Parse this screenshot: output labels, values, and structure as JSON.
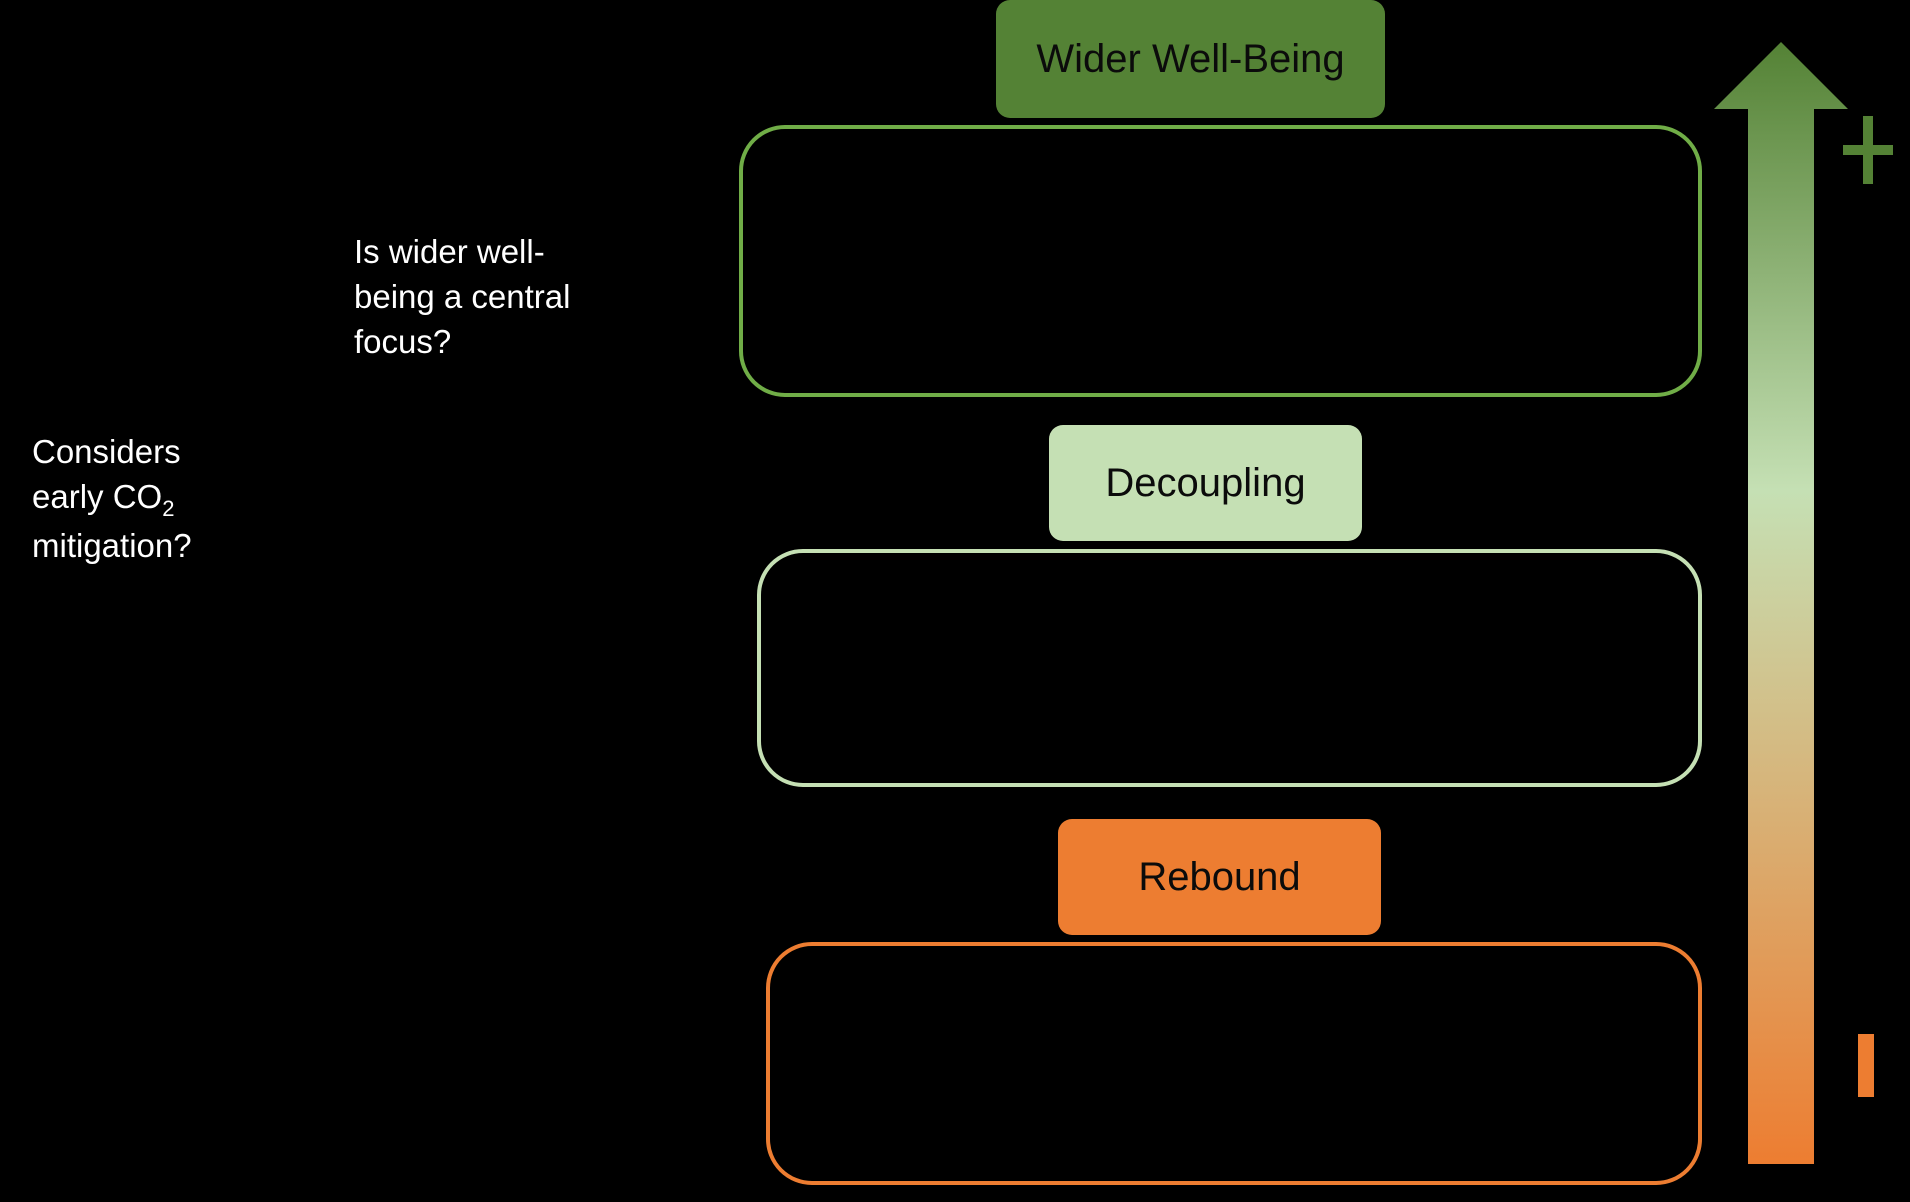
{
  "questions": {
    "wellbeing": [
      "Is wider well-",
      "being a central",
      "focus?"
    ],
    "co2": {
      "line1": "Considers",
      "line2_pre": "early CO",
      "line2_sub": "2",
      "line3": "mitigation?"
    }
  },
  "levels": {
    "wellbeing": {
      "label": "Wider Well-Being",
      "fill": "#548235",
      "border": "#70AD47"
    },
    "decoupling": {
      "label": "Decoupling",
      "fill": "#C5E0B4",
      "border": "#C5E0B4"
    },
    "rebound": {
      "label": "Rebound",
      "fill": "#ED7D31",
      "border": "#ED7D31"
    }
  },
  "scale": {
    "plus": "+",
    "minus": "–",
    "colors": {
      "top": "#548235",
      "middle": "#C5E0B4",
      "bottom": "#ED7D31"
    }
  }
}
